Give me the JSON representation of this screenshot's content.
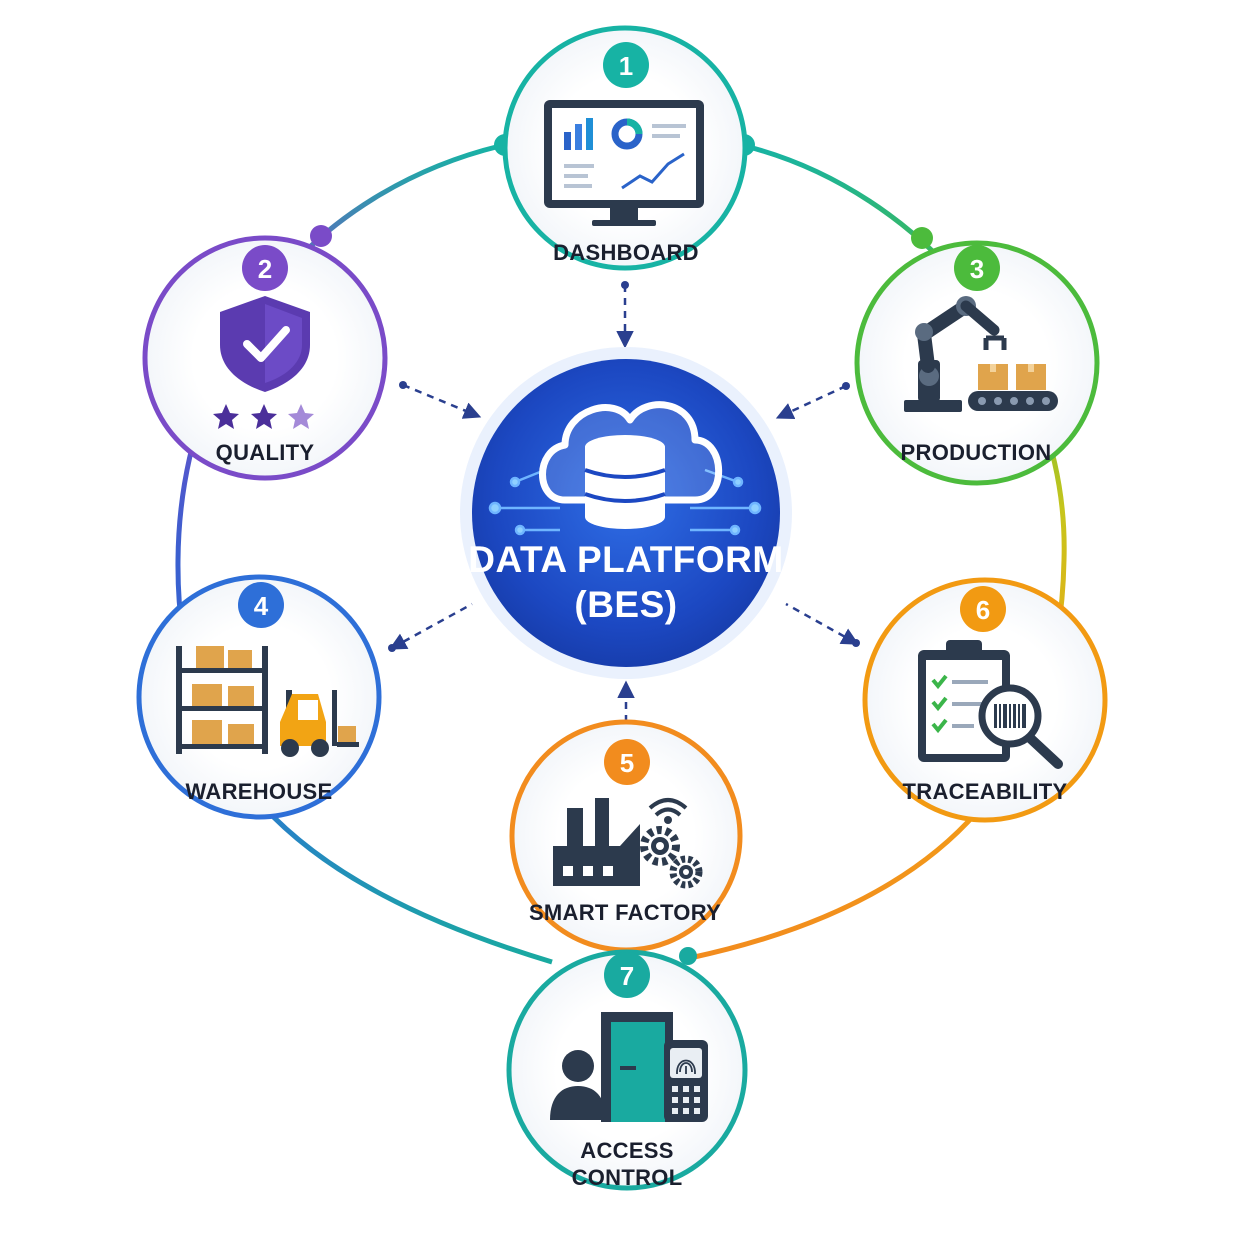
{
  "center": {
    "title_line1": "DATA PLATFORM",
    "title_line2": "(BES)",
    "icon": "cloud-database-icon"
  },
  "modules": [
    {
      "id": "dashboard",
      "number": "1",
      "label": "DASHBOARD",
      "color": "#17b3a4",
      "icon": "monitor-analytics-icon"
    },
    {
      "id": "quality",
      "number": "2",
      "label": "QUALITY",
      "color": "#7a4bc8",
      "icon": "shield-check-icon"
    },
    {
      "id": "production",
      "number": "3",
      "label": "PRODUCTION",
      "color": "#4cbb3c",
      "icon": "robot-arm-icon"
    },
    {
      "id": "warehouse",
      "number": "4",
      "label": "WAREHOUSE",
      "color": "#2e6fd8",
      "icon": "shelves-forklift-icon"
    },
    {
      "id": "smart-factory",
      "number": "5",
      "label": "SMART FACTORY",
      "color": "#f28c1e",
      "icon": "factory-gears-icon"
    },
    {
      "id": "traceability",
      "number": "6",
      "label": "TRACEABILITY",
      "color": "#f29a12",
      "icon": "clipboard-barcode-icon"
    },
    {
      "id": "access-control",
      "number": "7",
      "label_line1": "ACCESS",
      "label_line2": "CONTROL",
      "color": "#19aaa0",
      "icon": "door-fingerprint-icon"
    }
  ],
  "colors": {
    "center_fill": "#1c48c2",
    "center_glow": "#3d7cf0",
    "dark_icon": "#2c3a4d",
    "box": "#e0a44c",
    "check_green": "#3bb54a"
  }
}
